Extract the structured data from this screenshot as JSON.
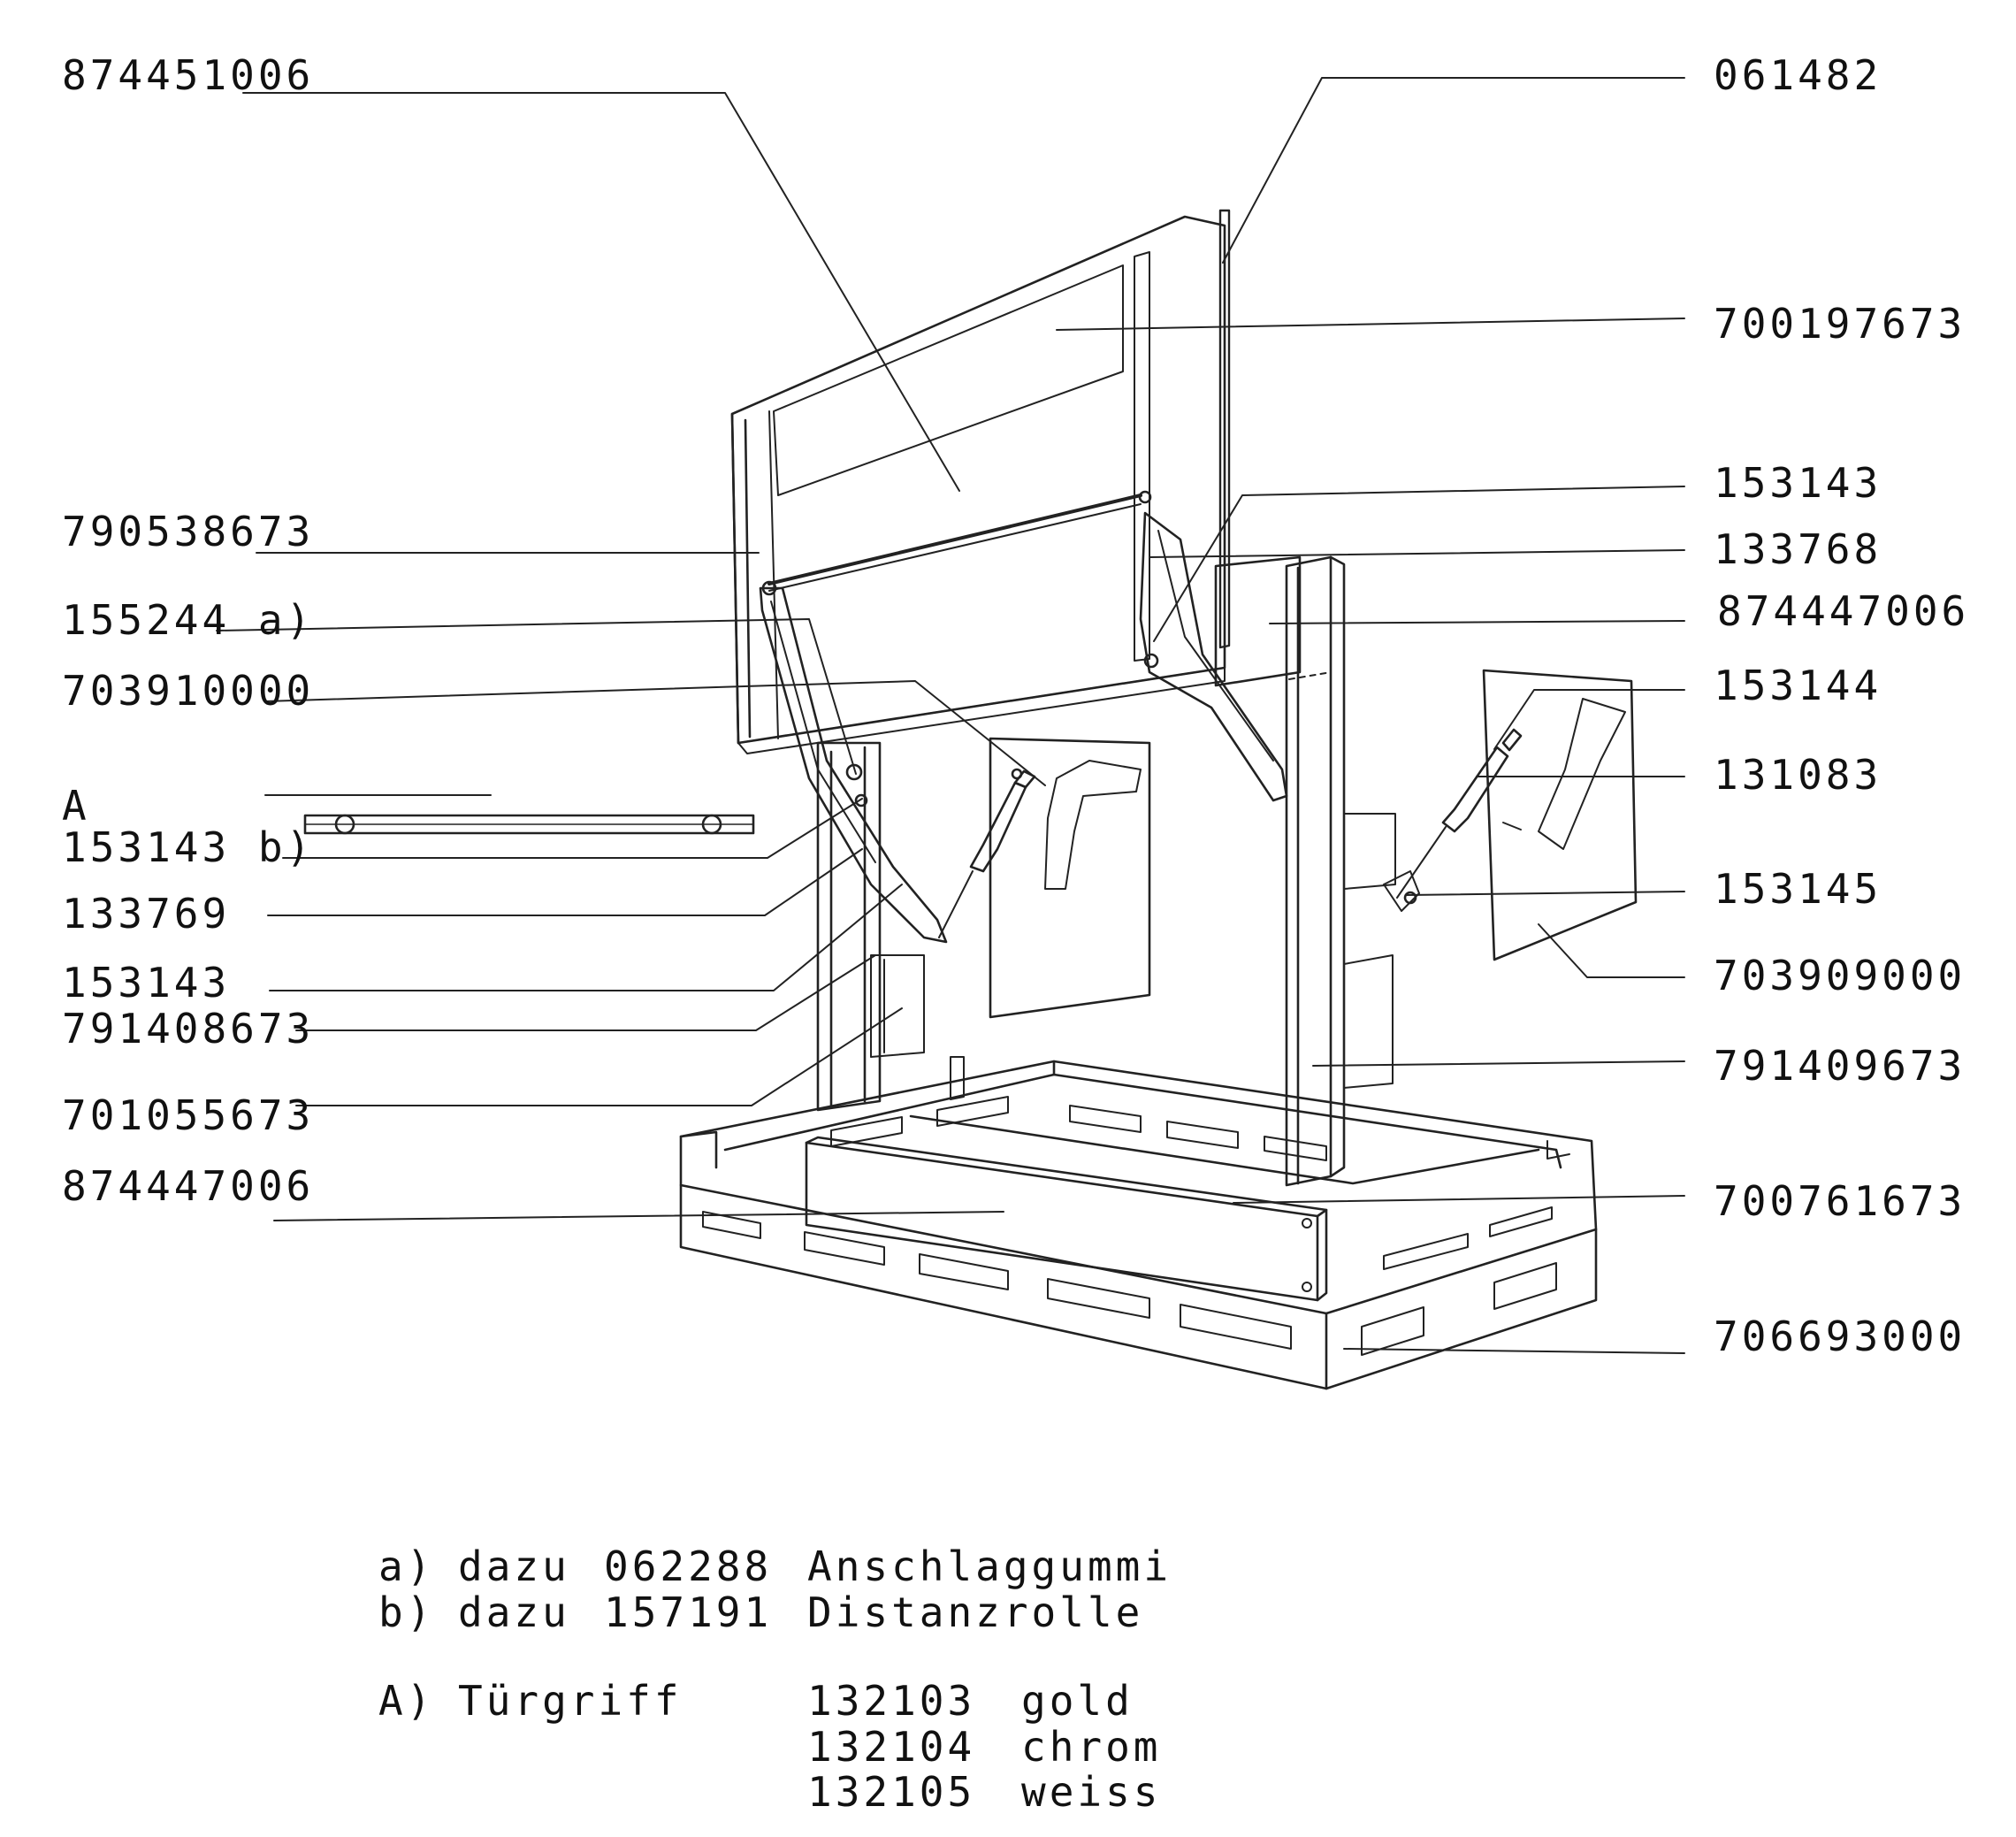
{
  "left_labels": {
    "l1": "874451006",
    "l2": "790538673",
    "l3": "155244 a)",
    "l4": "703910000",
    "l5_letter": "A",
    "l5": "153143 b)",
    "l6": "133769",
    "l7": "153143",
    "l8": "791408673",
    "l9": "701055673",
    "l10": "874447006"
  },
  "right_labels": {
    "r1": "061482",
    "r2": "700197673",
    "r3": "153143",
    "r4": "133768",
    "r5": "874447006",
    "r6": "153144",
    "r7": "131083",
    "r8": "153145",
    "r9": "703909000",
    "r10": "791409673",
    "r11": "700761673",
    "r12": "706693000"
  },
  "footnotes": {
    "a": {
      "key": "a)",
      "word": "dazu",
      "num": "062288",
      "desc": "Anschlaggummi"
    },
    "b": {
      "key": "b)",
      "word": "dazu",
      "num": "157191",
      "desc": "Distanzrolle"
    },
    "A": {
      "key": "A)",
      "word": "Türgriff",
      "variants": [
        {
          "num": "132103",
          "color": "gold"
        },
        {
          "num": "132104",
          "color": "chrom"
        },
        {
          "num": "132105",
          "color": "weiss"
        }
      ]
    }
  }
}
